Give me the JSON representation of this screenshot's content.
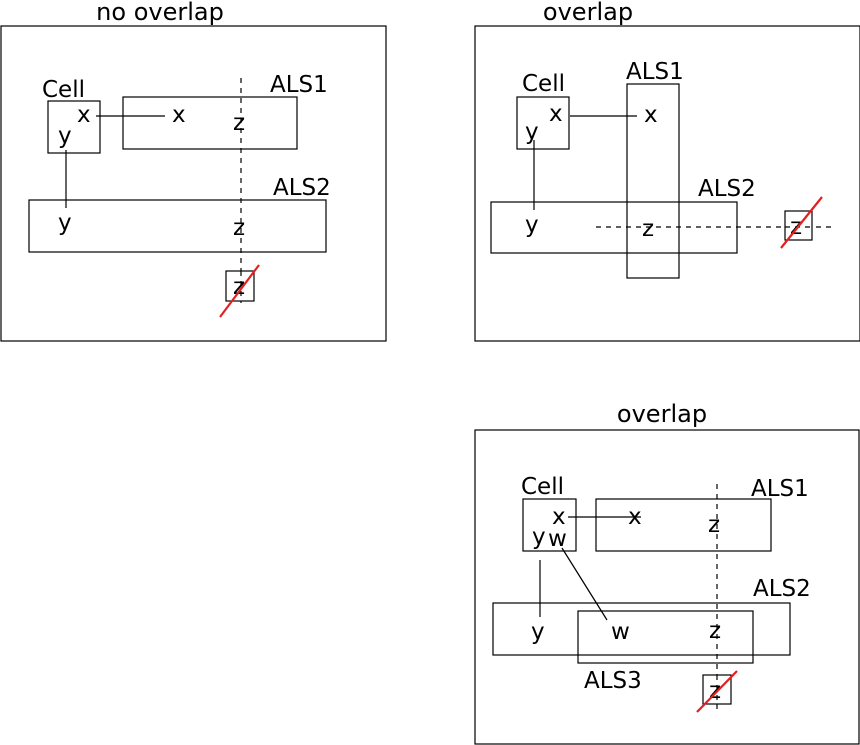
{
  "panels": [
    {
      "title": "no overlap",
      "cell": {
        "label": "Cell",
        "x": "x",
        "y": "y"
      },
      "als1": {
        "label": "ALS1",
        "x": "x",
        "z": "z"
      },
      "als2": {
        "label": "ALS2",
        "y": "y",
        "z": "z"
      },
      "removed": "z"
    },
    {
      "title": "overlap",
      "cell": {
        "label": "Cell",
        "x": "x",
        "y": "y"
      },
      "als1": {
        "label": "ALS1",
        "x": "x",
        "z": "z"
      },
      "als2": {
        "label": "ALS2",
        "y": "y"
      },
      "removed": "z"
    },
    {
      "title": "overlap",
      "cell": {
        "label": "Cell",
        "x": "x",
        "y": "y",
        "w": "w"
      },
      "als1": {
        "label": "ALS1",
        "x": "x",
        "z": "z"
      },
      "als2": {
        "label": "ALS2",
        "y": "y",
        "z": "z"
      },
      "als3": {
        "label": "ALS3",
        "w": "w"
      },
      "removed": "z"
    }
  ],
  "colors": {
    "stroke": "#000000",
    "strike": "#e32020",
    "background": "#ffffff"
  }
}
